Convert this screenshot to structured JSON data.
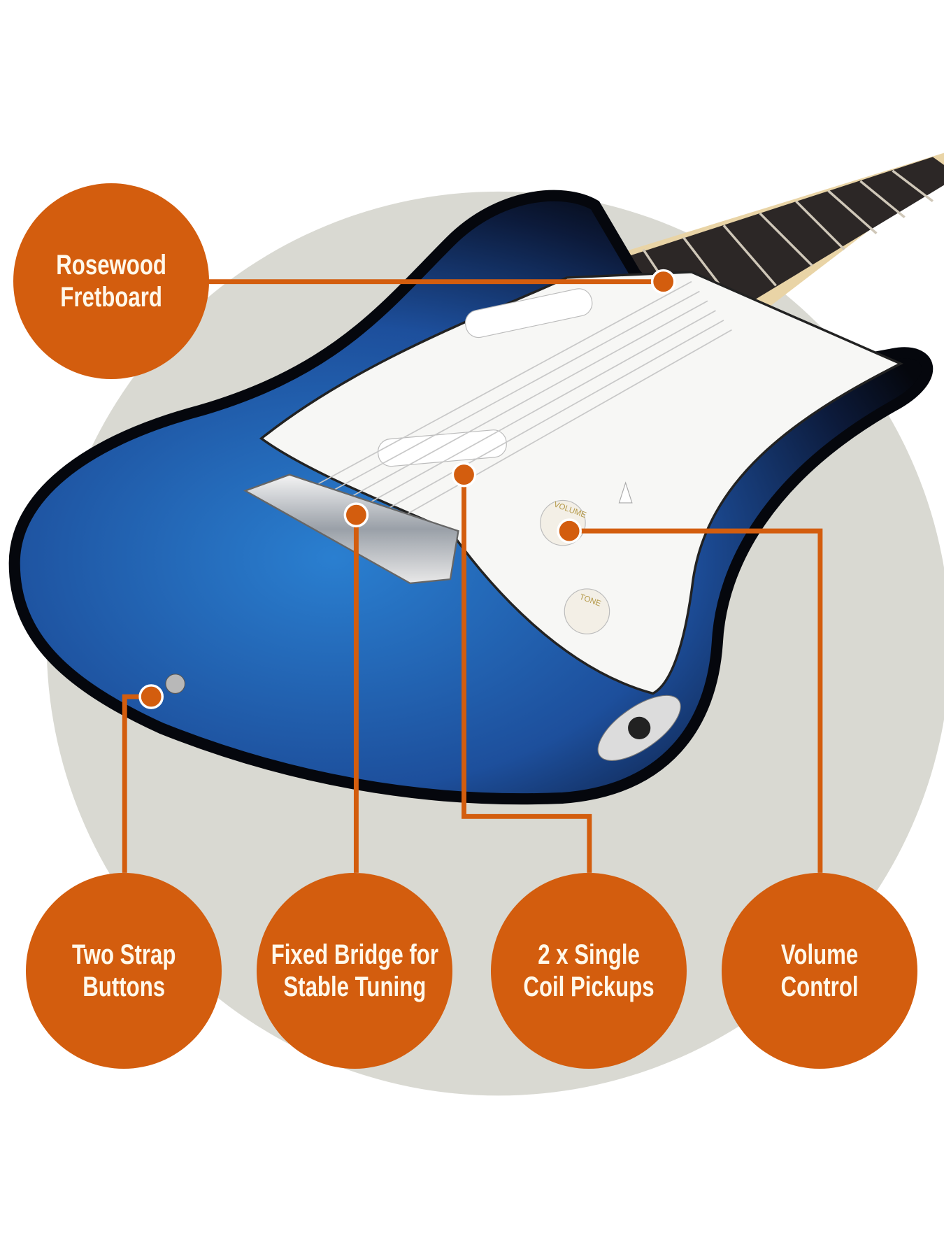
{
  "colors": {
    "accent": "#d35d0e",
    "backdrop": "#d9d9d2",
    "body_blue": "#1f5fae",
    "label_text": "#fff8ea"
  },
  "callouts": [
    {
      "id": "fretboard",
      "lines": [
        "Rosewood",
        "Fretboard"
      ]
    },
    {
      "id": "strap",
      "lines": [
        "Two Strap",
        "Buttons"
      ]
    },
    {
      "id": "bridge",
      "lines": [
        "Fixed Bridge for",
        "Stable Tuning"
      ]
    },
    {
      "id": "pickups",
      "lines": [
        "2 x Single",
        "Coil Pickups"
      ]
    },
    {
      "id": "volume",
      "lines": [
        "Volume",
        "Control"
      ]
    }
  ],
  "knobs": {
    "volume_label": "VOLUME",
    "tone_label": "TONE"
  }
}
